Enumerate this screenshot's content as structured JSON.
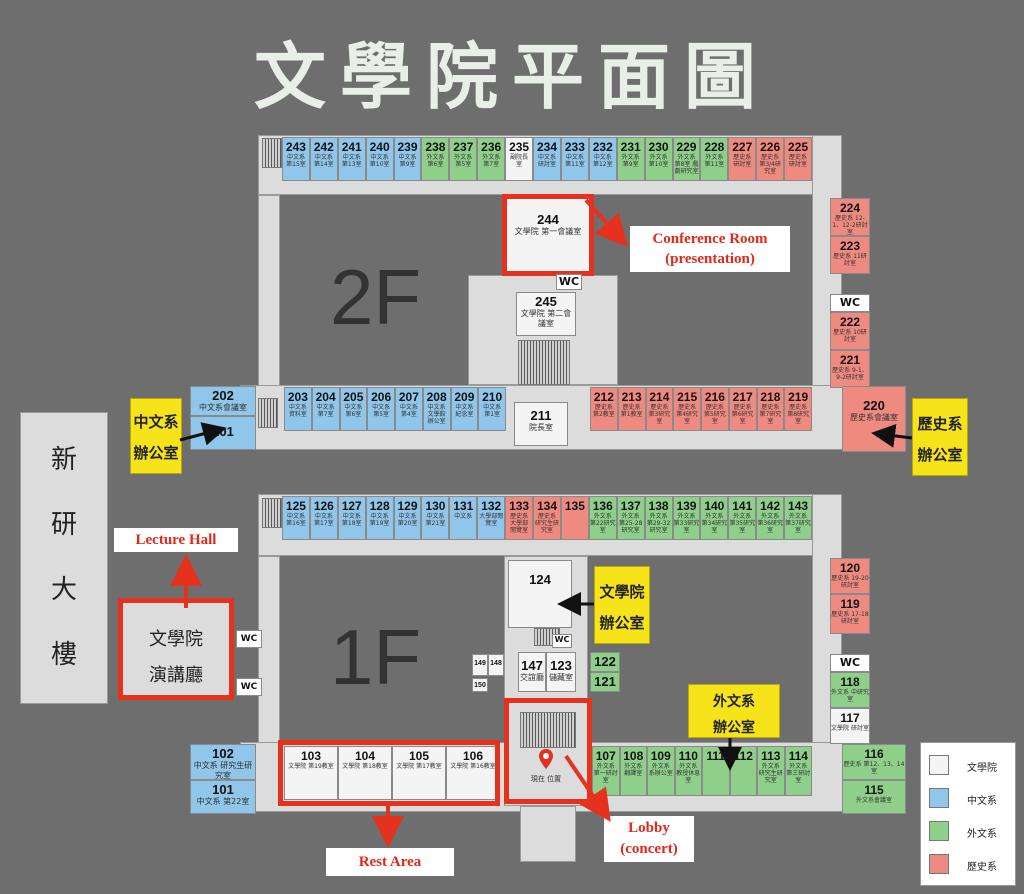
{
  "title": "文學院平面圖",
  "floor2": {
    "label": "2F",
    "top_rooms": [
      {
        "num": "243",
        "name": "中文系 第15室",
        "color": "b"
      },
      {
        "num": "242",
        "name": "中文系 第14室",
        "color": "b"
      },
      {
        "num": "241",
        "name": "中文系 第13室",
        "color": "b"
      },
      {
        "num": "240",
        "name": "中文系 第10室",
        "color": "b"
      },
      {
        "num": "239",
        "name": "中文系 第9室",
        "color": "b"
      },
      {
        "num": "238",
        "name": "外文系 第6室",
        "color": "g"
      },
      {
        "num": "237",
        "name": "外文系 第5室",
        "color": "g"
      },
      {
        "num": "236",
        "name": "外文系 第7室",
        "color": "g"
      },
      {
        "num": "235",
        "name": "副院長 室",
        "color": "w"
      },
      {
        "num": "234",
        "name": "中文系 研討室",
        "color": "b"
      },
      {
        "num": "233",
        "name": "中文系 第11室",
        "color": "b"
      },
      {
        "num": "232",
        "name": "中文系 第12室",
        "color": "b"
      },
      {
        "num": "231",
        "name": "外文系 第9室",
        "color": "g"
      },
      {
        "num": "230",
        "name": "外文系 第10室",
        "color": "g"
      },
      {
        "num": "229",
        "name": "外文系 第8室 戲劇研究室",
        "color": "g"
      },
      {
        "num": "228",
        "name": "外文系 第11室",
        "color": "g"
      },
      {
        "num": "227",
        "name": "歷史系 研討室",
        "color": "r"
      },
      {
        "num": "226",
        "name": "歷史系 第3/4研究室",
        "color": "r"
      },
      {
        "num": "225",
        "name": "歷史系 研討室",
        "color": "r"
      }
    ],
    "bottom_rooms": [
      {
        "num": "203",
        "name": "中文系 資料室",
        "color": "b"
      },
      {
        "num": "204",
        "name": "中文系 第7室",
        "color": "b"
      },
      {
        "num": "205",
        "name": "中文系 第6室",
        "color": "b"
      },
      {
        "num": "206",
        "name": "中文系 第5室",
        "color": "b"
      },
      {
        "num": "207",
        "name": "中文系 第4室",
        "color": "b"
      },
      {
        "num": "208",
        "name": "中文系 文學館 辦公室",
        "color": "b"
      },
      {
        "num": "209",
        "name": "中文系 紀念室",
        "color": "b"
      },
      {
        "num": "210",
        "name": "中文系 第1室",
        "color": "b"
      },
      {
        "num": "212",
        "name": "歷史系 第2教室",
        "color": "r"
      },
      {
        "num": "213",
        "name": "歷史系 第1教室",
        "color": "r"
      },
      {
        "num": "214",
        "name": "歷史系 第3研究室",
        "color": "r"
      },
      {
        "num": "215",
        "name": "歷史系 第4研究室",
        "color": "r"
      },
      {
        "num": "216",
        "name": "歷史系 第5研究室",
        "color": "r"
      },
      {
        "num": "217",
        "name": "歷史系 第6研究室",
        "color": "r"
      },
      {
        "num": "218",
        "name": "歷史系 第7研究室",
        "color": "r"
      },
      {
        "num": "219",
        "name": "歷史系 第8研究室",
        "color": "r"
      }
    ],
    "right_rooms": [
      {
        "num": "224",
        "name": "歷史系 12-1、12-2研討室",
        "color": "r"
      },
      {
        "num": "223",
        "name": "歷史系 11研討室",
        "color": "r"
      },
      {
        "num": "222",
        "name": "歷史系 10研討室",
        "color": "r"
      },
      {
        "num": "221",
        "name": "歷史系 9-1、9-2研討室",
        "color": "r"
      }
    ],
    "room_244": {
      "num": "244",
      "name": "文學院 第一會議室"
    },
    "room_245": {
      "num": "245",
      "name": "文學院 第二會議室"
    },
    "room_211": {
      "num": "211",
      "name": "院長室"
    },
    "room_202": {
      "num": "202",
      "name": "中文系會議室"
    },
    "room_201": {
      "num": "201"
    },
    "room_220": {
      "num": "220",
      "name": "歷史系會議室"
    },
    "wc": "WC"
  },
  "floor1": {
    "label": "1F",
    "top_rooms": [
      {
        "num": "125",
        "name": "中文系 第16室",
        "color": "b"
      },
      {
        "num": "126",
        "name": "中文系 第17室",
        "color": "b"
      },
      {
        "num": "127",
        "name": "中文系 第18室",
        "color": "b"
      },
      {
        "num": "128",
        "name": "中文系 第19室",
        "color": "b"
      },
      {
        "num": "129",
        "name": "中文系 第20室",
        "color": "b"
      },
      {
        "num": "130",
        "name": "中文系 第21室",
        "color": "b"
      },
      {
        "num": "131",
        "name": "中文系",
        "color": "b"
      },
      {
        "num": "132",
        "name": "大學部閱覽室",
        "color": "b"
      },
      {
        "num": "133",
        "name": "歷史系 大學部 閱覽室",
        "color": "r"
      },
      {
        "num": "134",
        "name": "歷史系 研究生研究室",
        "color": "r"
      },
      {
        "num": "135",
        "name": "",
        "color": "r"
      },
      {
        "num": "136",
        "name": "外文系 第22研究室",
        "color": "g"
      },
      {
        "num": "137",
        "name": "外文系 第25-28研究室",
        "color": "g"
      },
      {
        "num": "138",
        "name": "外文系 第29-32研究室",
        "color": "g"
      },
      {
        "num": "139",
        "name": "外文系 第33研究室",
        "color": "g"
      },
      {
        "num": "140",
        "name": "外文系 第34研究室",
        "color": "g"
      },
      {
        "num": "141",
        "name": "外文系 第35研究室",
        "color": "g"
      },
      {
        "num": "142",
        "name": "外文系 第36研究室",
        "color": "g"
      },
      {
        "num": "143",
        "name": "外文系 第37研究室",
        "color": "g"
      }
    ],
    "bottom_rooms": [
      {
        "num": "107",
        "name": "外文系 第一研討室",
        "color": "g"
      },
      {
        "num": "108",
        "name": "外文系 翻譯室",
        "color": "g"
      },
      {
        "num": "109",
        "name": "外文系 系辦公室",
        "color": "g"
      },
      {
        "num": "110",
        "name": "外文系 教授休息室",
        "color": "g"
      },
      {
        "num": "111",
        "name": "",
        "color": "g"
      },
      {
        "num": "112",
        "name": "",
        "color": "g"
      },
      {
        "num": "113",
        "name": "外文系 研究生研究室",
        "color": "g"
      },
      {
        "num": "114",
        "name": "外文系 第三研討室",
        "color": "g"
      }
    ],
    "classrooms": [
      {
        "num": "103",
        "name": "文學院 第19教室"
      },
      {
        "num": "104",
        "name": "文學院 第18教室"
      },
      {
        "num": "105",
        "name": "文學院 第17教室"
      },
      {
        "num": "106",
        "name": "文學院 第16教室"
      }
    ],
    "right_rooms": [
      {
        "num": "120",
        "name": "歷史系 19-20研討室",
        "color": "r"
      },
      {
        "num": "119",
        "name": "歷史系 17-18研討室",
        "color": "r"
      },
      {
        "num": "118",
        "name": "外文系 中研究室",
        "color": "g"
      },
      {
        "num": "117",
        "name": "文學院 研討室",
        "color": "w"
      },
      {
        "num": "116",
        "name": "歷史系 第12、13、14室",
        "color": "g"
      },
      {
        "num": "115",
        "name": "外文系會議室",
        "color": "g"
      }
    ],
    "room_102": {
      "num": "102",
      "name": "中文系 研究生研究室"
    },
    "room_101": {
      "num": "101",
      "name": "中文系 第22室"
    },
    "room_124": {
      "num": "124"
    },
    "room_147": {
      "num": "147",
      "name": "交誼廳"
    },
    "room_123": {
      "num": "123",
      "name": "儲藏室"
    },
    "room_122": {
      "num": "122"
    },
    "room_121": {
      "num": "121"
    },
    "room_149": {
      "num": "149"
    },
    "room_148": {
      "num": "148"
    },
    "room_150": {
      "num": "150"
    },
    "here": "現在 位置",
    "wc": "WC"
  },
  "new_building": [
    "新",
    "研",
    "大",
    "樓"
  ],
  "lecture_hall_room": [
    "文學院",
    "演講廳"
  ],
  "offices": {
    "chinese": [
      "中文系",
      "辦公室"
    ],
    "history": [
      "歷史系",
      "辦公室"
    ],
    "college": [
      "文學院",
      "辦公室"
    ],
    "foreign": [
      "外文系",
      "辦公室"
    ]
  },
  "annotations": {
    "conference": [
      "Conference Room",
      "(presentation)"
    ],
    "lecture_hall": "Lecture Hall",
    "rest_area": "Rest Area",
    "lobby": [
      "Lobby",
      "(concert)"
    ]
  },
  "legend": [
    {
      "label": "文學院",
      "color": "#f4f4f4"
    },
    {
      "label": "中文系",
      "color": "#8fc6ea"
    },
    {
      "label": "外文系",
      "color": "#8ecf8a"
    },
    {
      "label": "歷史系",
      "color": "#ee8a80"
    }
  ],
  "colors": {
    "white": "#f4f4f4",
    "blue": "#8fc6ea",
    "green": "#8ecf8a",
    "red": "#ee8a80",
    "highlight": "#e5321f",
    "office": "#f6e31a"
  }
}
